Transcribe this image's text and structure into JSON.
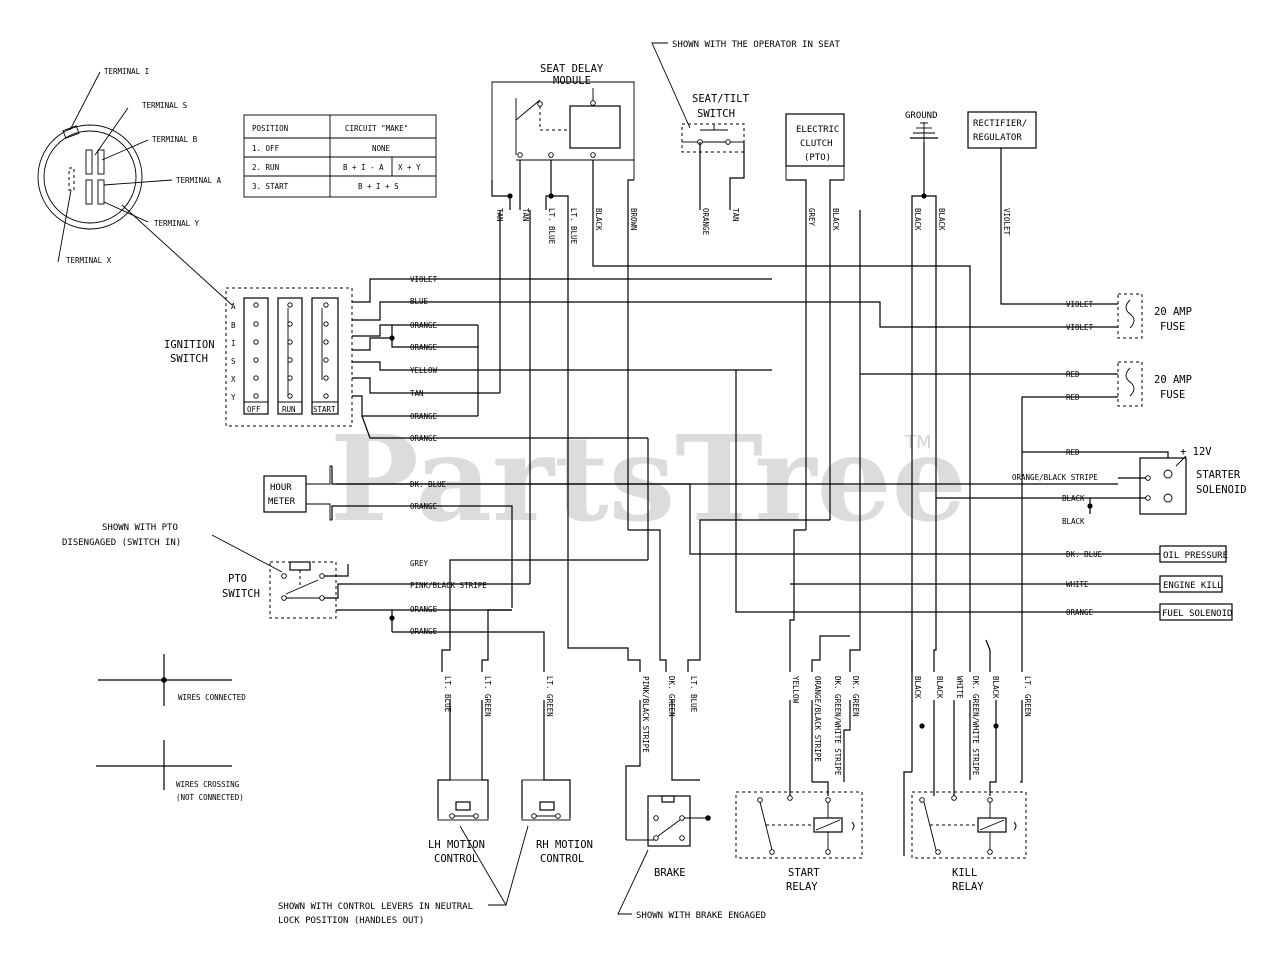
{
  "watermark": {
    "text": "PartsTree",
    "tm": "TM"
  },
  "key": {
    "terminal_1": "TERMINAL I",
    "terminal_s": "TERMINAL S",
    "terminal_b": "TERMINAL B",
    "terminal_a": "TERMINAL A",
    "terminal_y": "TERMINAL Y",
    "terminal_x": "TERMINAL X"
  },
  "circuit_table": {
    "headers": [
      "POSITION",
      "CIRCUIT \"MAKE\""
    ],
    "rows": [
      {
        "position": "1. OFF",
        "make": "NONE",
        "make2": ""
      },
      {
        "position": "2. RUN",
        "make": "B + I - A",
        "make2": "X + Y"
      },
      {
        "position": "3. START",
        "make": "B  +  I + S",
        "make2": ""
      }
    ]
  },
  "components": {
    "seat_delay": "SEAT DELAY",
    "module": "MODULE",
    "operator_note": "SHOWN WITH THE OPERATOR IN SEAT",
    "seat_tilt": "SEAT/TILT",
    "switch": "SWITCH",
    "electric": "ELECTRIC",
    "clutch": "CLUTCH",
    "pto_paren": "(PTO)",
    "ground": "GROUND",
    "rectifier": "RECTIFIER/",
    "regulator": "REGULATOR",
    "ignition": "IGNITION",
    "ign_switch": "SWITCH",
    "off": "OFF",
    "run": "RUN",
    "start": "START",
    "hour": "HOUR",
    "meter": "METER",
    "pto_note_1": "SHOWN WITH PTO",
    "pto_note_2": "DISENGAGED (SWITCH IN)",
    "pto": "PTO",
    "pto_switch": "SWITCH",
    "fuse_20a_1": "20 AMP",
    "fuse_20a_2": "FUSE",
    "fuse_20b_1": "20 AMP",
    "fuse_20b_2": "FUSE",
    "plus12v": "+ 12V",
    "starter": "STARTER",
    "solenoid": "SOLENOID",
    "oil_pressure": "OIL PRESSURE",
    "engine_kill": "ENGINE KILL",
    "fuel_solenoid": "FUEL SOLENOID",
    "wires_connected": "WIRES CONNECTED",
    "wires_crossing_1": "WIRES CROSSING",
    "wires_crossing_2": "(NOT CONNECTED)",
    "lh_motion_1": "LH MOTION",
    "lh_motion_2": "CONTROL",
    "rh_motion_1": "RH MOTION",
    "rh_motion_2": "CONTROL",
    "brake": "BRAKE",
    "start_relay_1": "START",
    "start_relay_2": "RELAY",
    "kill_relay_1": "KILL",
    "kill_relay_2": "RELAY",
    "neutral_note_1": "SHOWN WITH CONTROL LEVERS IN NEUTRAL",
    "neutral_note_2": "LOCK POSITION (HANDLES OUT)",
    "brake_note": "SHOWN WITH BRAKE ENGAGED"
  },
  "ign_terminals": [
    "A",
    "B",
    "I",
    "S",
    "X",
    "Y"
  ],
  "wire_labels": {
    "ign_violet": "VIOLET",
    "ign_blue": "BLUE",
    "ign_orange1": "ORANGE",
    "ign_orange2": "ORANGE",
    "ign_yellow": "YELLOW",
    "ign_tan": "TAN",
    "ign_orange3": "ORANGE",
    "ign_orange4": "ORANGE",
    "hm_dkblue": "DK. BLUE",
    "hm_orange": "ORANGE",
    "pto_grey": "GREY",
    "pto_pink": "PINK/BLACK STRIPE",
    "pto_orange1": "ORANGE",
    "pto_orange2": "ORANGE",
    "fuse_violet1": "VIOLET",
    "fuse_violet2": "VIOLET",
    "fuse_red1": "RED",
    "fuse_red2": "RED",
    "sol_red": "RED",
    "sol_orange": "ORANGE/BLACK STRIPE",
    "sol_black1": "BLACK",
    "sol_black2": "BLACK",
    "right_dkblue": "DK. BLUE",
    "right_white": "WHITE",
    "right_orange": "ORANGE"
  },
  "vertical_labels": {
    "top": [
      "TAN",
      "TAN",
      "LT. BLUE",
      "LT. BLUE",
      "BLACK",
      "BROWN",
      "ORANGE",
      "TAN",
      "GREY",
      "BLACK",
      "BLACK",
      "BLACK",
      "VIOLET"
    ],
    "bottom": [
      "LT. BLUE",
      "LT. GREEN",
      "LT. GREEN",
      "PINK/BLACK STRIPE",
      "DK. GREEN",
      "LT. BLUE",
      "YELLOW",
      "ORANGE/BLACK STRIPE",
      "DK. GREEN/WHITE STRIPE",
      "DK. GREEN",
      "BLACK",
      "BLACK",
      "WHITE",
      "DK. GREEN/WHITE STRIPE",
      "BLACK",
      "LT. GREEN"
    ]
  }
}
